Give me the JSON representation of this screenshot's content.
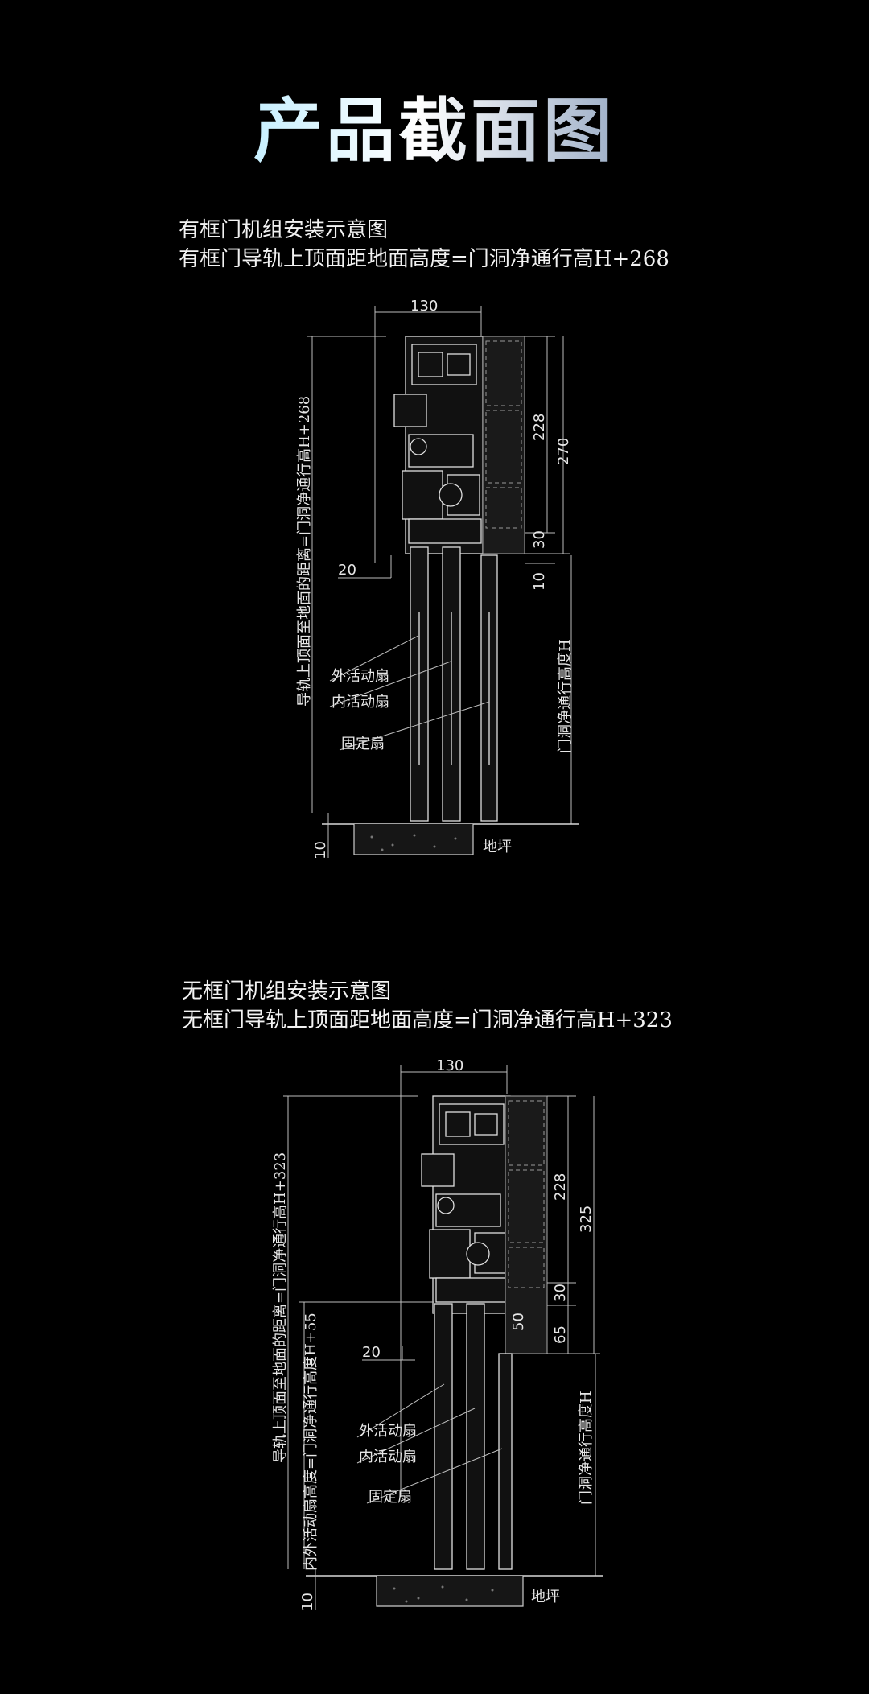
{
  "title": "产品截面图",
  "section1": {
    "caption_line1": "有框门机组安装示意图",
    "caption_line2": "有框门导轨上顶面距地面高度=门洞净通行高H+268",
    "dims": {
      "top_width": "130",
      "left_offset": "20",
      "h228": "228",
      "h270": "270",
      "h30": "30",
      "h10_right": "10",
      "h10_floor": "10"
    },
    "vertical_left": "导轨上顶面至地面的距离=门洞净通行高H+268",
    "vertical_right": "门洞净通行高度H",
    "labels": {
      "outer": "外活动扇",
      "inner": "内活动扇",
      "fixed": "固定扇",
      "floor": "地坪"
    }
  },
  "section2": {
    "caption_line1": "无框门机组安装示意图",
    "caption_line2": "无框门导轨上顶面距地面高度=门洞净通行高H+323",
    "dims": {
      "top_width": "130",
      "left_offset": "20",
      "h228": "228",
      "h325": "325",
      "h30": "30",
      "h65": "65",
      "h50": "50",
      "h10_floor": "10"
    },
    "vertical_left": "导轨上顶面至地面的距离=门洞净通行高H+323",
    "vertical_left2": "内外活动扇高度=门洞净通行高度H+55",
    "vertical_right": "门洞净通行高度H",
    "labels": {
      "outer": "外活动扇",
      "inner": "内活动扇",
      "fixed": "固定扇",
      "floor": "地坪"
    }
  }
}
